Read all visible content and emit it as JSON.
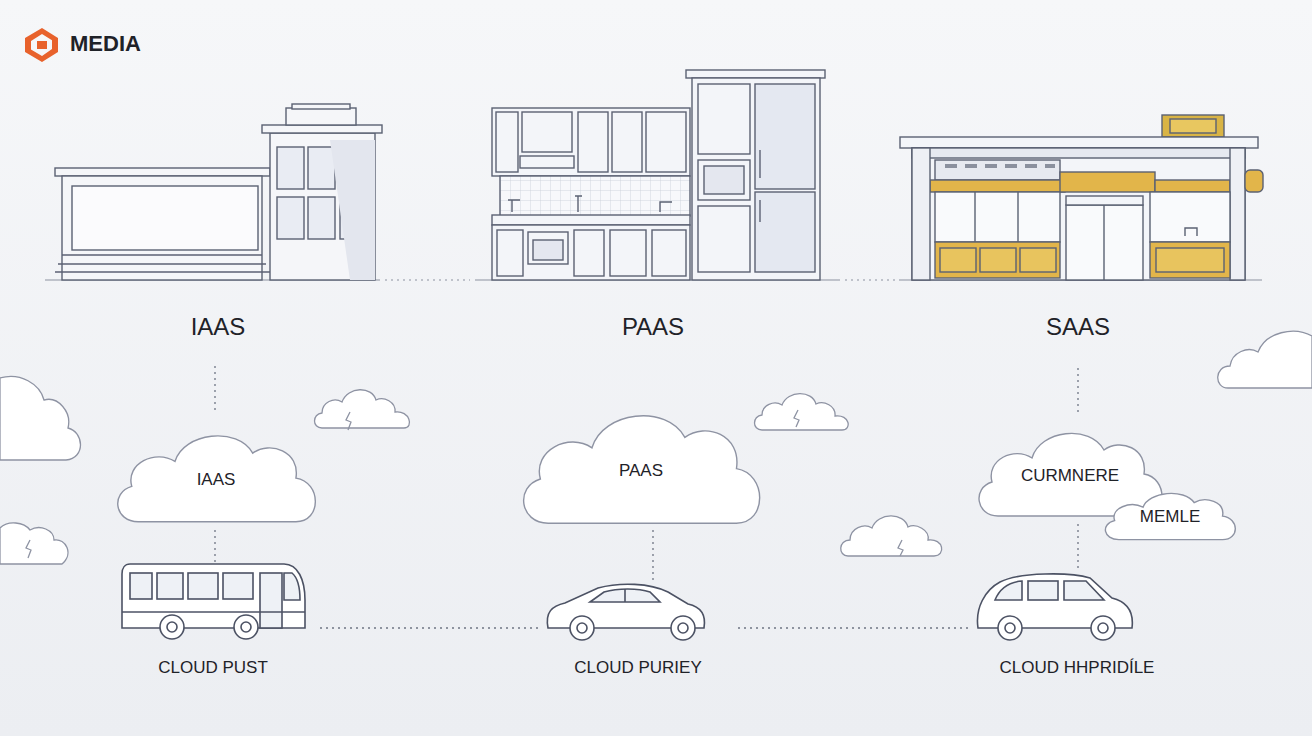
{
  "diagram": {
    "nodes": [
      {
        "text": [
          "IAAS"
        ]
      },
      {
        "text": [
          "PAAS"
        ]
      },
      {
        "text": [
          "CURMNERE"
        ]
      },
      {
        "text": [
          "MEMLE"
        ]
      }
    ],
    "labels": [
      "MEDIA",
      "IAAS",
      "PAAS",
      "SAAS",
      "CLOUD PUST",
      "CLOUD PURIEY",
      "CLOUD HHPRIDÍLE"
    ]
  }
}
